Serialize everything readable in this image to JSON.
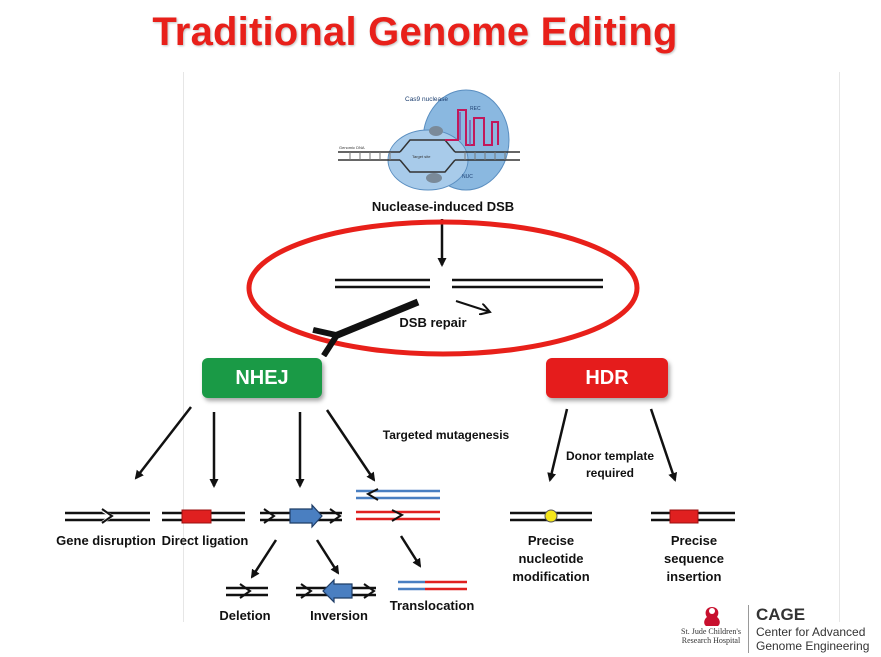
{
  "title": "Traditional Genome Editing",
  "protein": {
    "name": "Cas9 nuclease",
    "rec": "REC",
    "nuc": "NUC",
    "genomic_dna": "Genomic DNA",
    "target_site": "Target site"
  },
  "labels": {
    "nuclease_dsb": "Nuclease-induced DSB",
    "dsb_repair": "DSB repair",
    "targeted_mutagenesis": "Targeted mutagenesis",
    "donor_template_l1": "Donor template",
    "donor_template_l2": "required",
    "gene_disruption": "Gene disruption",
    "direct_ligation": "Direct ligation",
    "deletion": "Deletion",
    "inversion": "Inversion",
    "translocation": "Translocation",
    "precise_nuc_l1": "Precise",
    "precise_nuc_l2": "nucleotide",
    "precise_nuc_l3": "modification",
    "precise_seq_l1": "Precise",
    "precise_seq_l2": "sequence",
    "precise_seq_l3": "insertion"
  },
  "buttons": {
    "nhej": "NHEJ",
    "hdr": "HDR"
  },
  "logo": {
    "stjude_l1": "St. Jude Children's",
    "stjude_l2": "Research Hospital",
    "cage": "CAGE",
    "cage_l1": "Center for Advanced",
    "cage_l2": "Genome Engineering"
  },
  "colors": {
    "title": "#e8201a",
    "nhej": "#1a9a46",
    "hdr": "#e51c1c",
    "ellipse": "#e8201a",
    "insert_red": "#e02020",
    "inversion_blue": "#4a7fc1",
    "snp_yellow": "#f4e51a",
    "cas9_blue": "#8ab8e0"
  }
}
